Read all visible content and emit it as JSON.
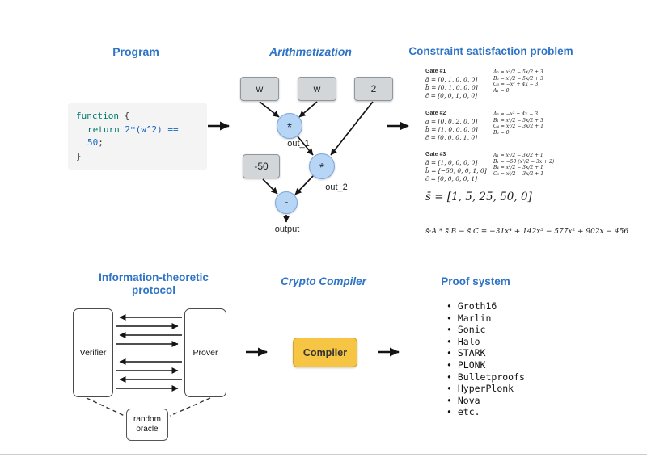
{
  "colors": {
    "heading_blue": "#2e74c6",
    "code_bg": "#f4f4f4",
    "code_keyword": "#00796b",
    "code_expr": "#1565c0",
    "node_fill": "#d3d6d9",
    "node_border": "#8f979c",
    "gate_fill": "#b7d5f4",
    "gate_border": "#7ba6dd",
    "compiler_fill": "#f6c544",
    "compiler_border": "#d9a51e"
  },
  "program": {
    "heading": "Program",
    "code": {
      "keyword1": "function",
      "open_brace": " {",
      "keyword2": "return",
      "expression": " 2*(w^2) == 50",
      "semicolon": ";",
      "close_brace": "}"
    }
  },
  "arithmetization": {
    "heading": "Arithmetization",
    "input1": "w",
    "input2": "w",
    "input3": "2",
    "const_box": "-50",
    "gate_mul1": "*",
    "gate_mul2": "*",
    "gate_sub": "-",
    "label_out1": "out_1",
    "label_out2": "out_2",
    "label_output": "output"
  },
  "csp": {
    "heading": "Constraint satisfaction problem",
    "gates": [
      {
        "title": "Gate #1",
        "vectors": [
          "ā = [0, 1, 0, 0, 0]",
          "b̄ = [0, 1, 0, 0, 0]",
          "c̄ = [0, 0, 1, 0, 0]"
        ],
        "side": [
          "A₂ = x²/2 − 5x/2 + 3",
          "B₂ = x²/2 − 5x/2 + 3",
          "C₃ = −x² + 4x − 3",
          "A₁ = 0"
        ]
      },
      {
        "title": "Gate #2",
        "vectors": [
          "ā = [0, 0, 2, 0, 0]",
          "b̄ = [1, 0, 0, 0, 0]",
          "c̄ = [0, 0, 0, 1, 0]"
        ],
        "side": [
          "A₃ = −x² + 4x − 3",
          "B₁ = x²/2 − 5x/2 + 3",
          "C₄ = x²/2 − 3x/2 + 1",
          "B₂ = 0"
        ]
      },
      {
        "title": "Gate #3",
        "vectors": [
          "ā = [1, 0, 0, 0, 0]",
          "b̄ = [−50, 0, 0, 1, 0]",
          "c̄ = [0, 0, 0, 0, 1]"
        ],
        "side": [
          "A₁ = x²/2 − 3x/2 + 1",
          "B₁ = −50·(x²/2 − 3x + 2)",
          "B₄ = x²/2 − 3x/2 + 1",
          "C₅ = x²/2 − 3x/2 + 1"
        ]
      }
    ],
    "witness": "s̄ = [1, 5, 25, 50, 0]",
    "polynomial": "s̄·A * s̄·B − s̄·C = −31x⁴ + 142x³ − 577x² + 902x − 456"
  },
  "protocol": {
    "heading_line1": "Information-theoretic",
    "heading_line2": "protocol",
    "verifier": "Verifier",
    "prover": "Prover",
    "oracle_line1": "random",
    "oracle_line2": "oracle"
  },
  "compiler": {
    "heading": "Crypto Compiler",
    "button": "Compiler"
  },
  "proof": {
    "heading": "Proof system",
    "items": [
      "Groth16",
      "Marlin",
      "Sonic",
      "Halo",
      "STARK",
      "PLONK",
      "Bulletproofs",
      "HyperPlonk",
      "Nova",
      "etc."
    ]
  }
}
